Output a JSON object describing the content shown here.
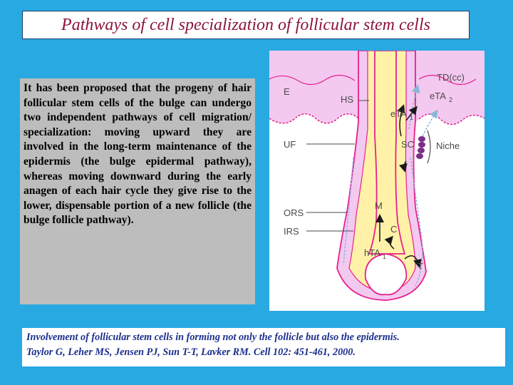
{
  "title": "Pathways of cell specialization of follicular stem cells",
  "body_text": "It has been proposed that the progeny of hair follicular stem cells of the bulge can undergo two independent pathways of cell migration/ specialization: moving upward they are involved in the long-term maintenance of the epidermis (the bulge epidermal pathway), whereas moving downward during the early anagen of each hair cycle they give rise to the lower, dispensable portion of a new follicle (the bulge follicle pathway).",
  "figure": {
    "labels": {
      "E": "E",
      "HS": "HS",
      "UF": "UF",
      "SC": "SC",
      "niche": "Niche",
      "td": "TD(cc)",
      "eta1": "eTA",
      "eta1_sub": "1",
      "eta2": "eTA",
      "eta2_sub": "2",
      "ors": "ORS",
      "irs": "IRS",
      "m": "M",
      "c": "C",
      "hta1": "hTA",
      "hta1_sub": "1",
      "t": "T"
    },
    "colors": {
      "epidermis": "#f3c9f0",
      "shaft": "#fff2a8",
      "outline": "#e8208c",
      "arrow": "#1a1a1a",
      "migration": "#8ab7d8",
      "stem_cells": "#7a2f86"
    }
  },
  "caption": {
    "line1": "Involvement of follicular stem cells in forming not only the follicle but also the epidermis.",
    "line2": "Taylor G, Leher MS, Jensen PJ, Sun T-T, Lavker RM. Cell 102: 451-461, 2000."
  }
}
